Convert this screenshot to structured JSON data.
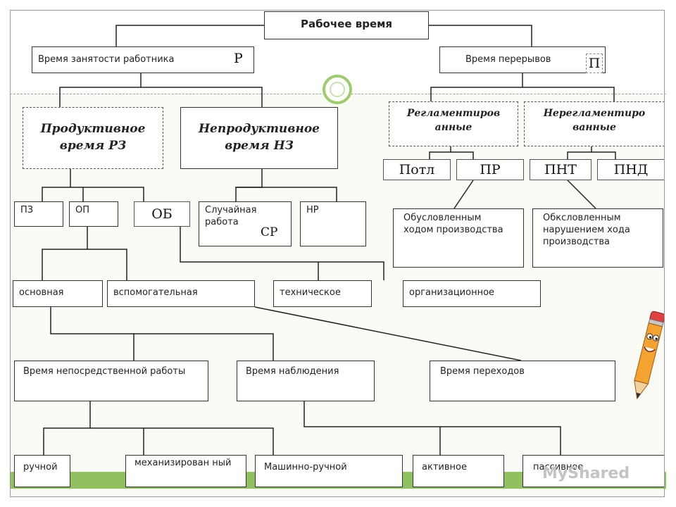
{
  "root": "Рабочее время",
  "level1": {
    "left": "Время занятости работника",
    "left_mark": "Р",
    "right": "Время перерывов",
    "right_mark": "П"
  },
  "level2": {
    "productive": "Продуктивное время РЗ",
    "unproductive": "Непродуктивное время НЗ",
    "regulated": "Регламентиров анные",
    "unregulated": "Нерегламентиро ванные"
  },
  "tags": {
    "potl": "Потл",
    "pr": "ПР",
    "pnt": "ПНТ",
    "pnd": "ПНД"
  },
  "level3": {
    "pz": "ПЗ",
    "op": "ОП",
    "ob": "ОБ",
    "random_work": "Случайная работа",
    "sr": "СР",
    "nr": "НР",
    "caused_by_production": "Обусловленным ходом производства",
    "caused_by_violation": "Обксловленным нарушением хода производства"
  },
  "level4": {
    "main": "основная",
    "auxiliary": "вспомогательная",
    "technical": "техническое",
    "organizational": "организационное"
  },
  "level5": {
    "direct_work": "Время непосредственной работы",
    "observation": "Время наблюдения",
    "transitions": "Время переходов"
  },
  "level6": {
    "manual": "ручной",
    "mechanized": "механизирован ный",
    "machine_manual": "Машинно-ручной",
    "active": "активное",
    "passive": "пассивное"
  },
  "watermark": "MyShared",
  "colors": {
    "accent_green": "#90c060",
    "line": "#222222"
  }
}
